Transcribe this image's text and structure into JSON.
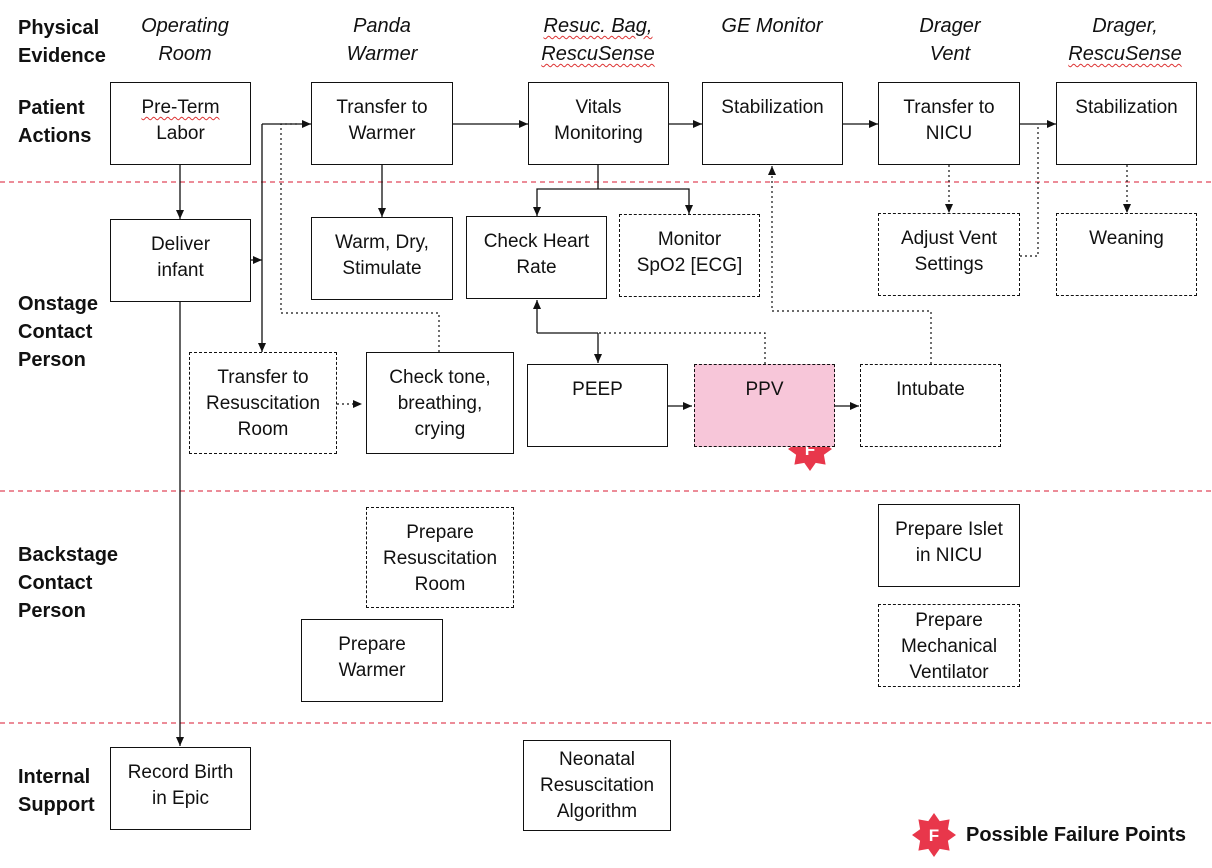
{
  "rows": {
    "physical_evidence": [
      "Physical",
      "Evidence"
    ],
    "patient_actions": [
      "Patient",
      "Actions"
    ],
    "onstage": [
      "Onstage",
      "Contact",
      "Person"
    ],
    "backstage": [
      "Backstage",
      "Contact",
      "Person"
    ],
    "internal": [
      "Internal",
      "Support"
    ]
  },
  "evidence": {
    "operating_room": [
      "Operating",
      "Room"
    ],
    "panda_warmer": [
      "Panda",
      "Warmer"
    ],
    "resuc_bag": [
      "Resuc. Bag,",
      "RescuSense"
    ],
    "ge_monitor": [
      "GE Monitor"
    ],
    "drager_vent": [
      "Drager",
      "Vent"
    ],
    "drager_rescusense": [
      "Drager,",
      "RescuSense"
    ]
  },
  "boxes": {
    "preterm_labor": [
      "Pre-Term",
      "Labor"
    ],
    "transfer_warmer": [
      "Transfer to",
      "Warmer"
    ],
    "vitals_monitoring": [
      "Vitals",
      "Monitoring"
    ],
    "stabilization_1": [
      "Stabilization"
    ],
    "transfer_nicu": [
      "Transfer to",
      "NICU"
    ],
    "stabilization_2": [
      "Stabilization"
    ],
    "deliver_infant": [
      "Deliver",
      "infant"
    ],
    "warm_dry": [
      "Warm, Dry,",
      "Stimulate"
    ],
    "check_heart_rate": [
      "Check Heart",
      "Rate"
    ],
    "monitor_spo2": [
      "Monitor",
      "SpO2 [ECG]"
    ],
    "adjust_vent": [
      "Adjust Vent",
      "Settings"
    ],
    "weaning": [
      "Weaning"
    ],
    "transfer_resus_room": [
      "Transfer to",
      "Resuscitation",
      "Room"
    ],
    "check_tone": [
      "Check tone,",
      "breathing,",
      "crying"
    ],
    "peep": [
      "PEEP"
    ],
    "ppv": [
      "PPV"
    ],
    "intubate": [
      "Intubate"
    ],
    "prepare_resus_room": [
      "Prepare",
      "Resuscitation",
      "Room"
    ],
    "prepare_islet": [
      "Prepare Islet",
      "in NICU"
    ],
    "prepare_warmer": [
      "Prepare",
      "Warmer"
    ],
    "prepare_vent": [
      "Prepare",
      "Mechanical",
      "Ventilator"
    ],
    "record_birth": [
      "Record Birth",
      "in Epic"
    ],
    "neonatal_algorithm": [
      "Neonatal",
      "Resuscitation",
      "Algorithm"
    ]
  },
  "failure_badge_letter": "F",
  "legend_text": "Possible Failure Points",
  "colors": {
    "divider": "#e0475a",
    "highlight": "#f7c6d9",
    "badge": "#e8374b"
  }
}
